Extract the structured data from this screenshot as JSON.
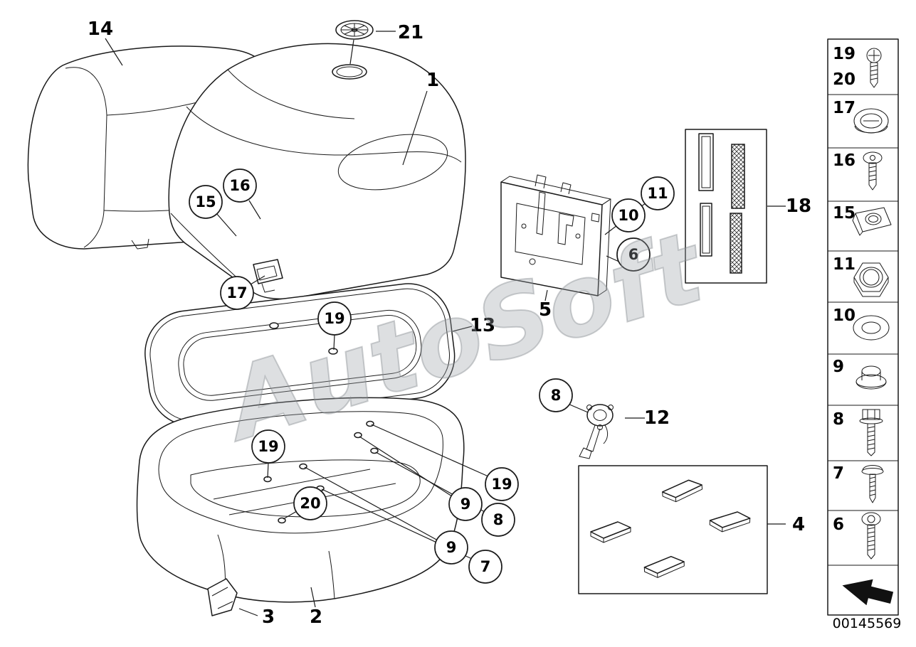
{
  "diagram": {
    "watermark": "AutoSoft",
    "doc_number": "00145569",
    "plain_labels": {
      "l14": "14",
      "l21": "21",
      "l1": "1",
      "l13": "13",
      "l5": "5",
      "l12": "12",
      "l18": "18",
      "l2": "2",
      "l3": "3",
      "l4": "4"
    },
    "callouts": {
      "c16": "16",
      "c15": "15",
      "c17": "17",
      "c19a": "19",
      "c19b": "19",
      "c19c": "19",
      "c20": "20",
      "c11": "11",
      "c10": "10",
      "c6": "6",
      "c8a": "8",
      "c8b": "8",
      "c9a": "9",
      "c9b": "9",
      "c7": "7"
    },
    "legend": {
      "rows": [
        {
          "labels": [
            "19",
            "20"
          ],
          "icon": "phillips-screw-icon"
        },
        {
          "labels": [
            "17"
          ],
          "icon": "lock-barrel-icon"
        },
        {
          "labels": [
            "16"
          ],
          "icon": "pan-head-screw-icon"
        },
        {
          "labels": [
            "15"
          ],
          "icon": "clip-nut-icon"
        },
        {
          "labels": [
            "11"
          ],
          "icon": "hex-nut-icon"
        },
        {
          "labels": [
            "10"
          ],
          "icon": "washer-icon"
        },
        {
          "labels": [
            "9"
          ],
          "icon": "grommet-icon"
        },
        {
          "labels": [
            "8"
          ],
          "icon": "hex-bolt-icon"
        },
        {
          "labels": [
            "7"
          ],
          "icon": "oval-head-screw-icon"
        },
        {
          "labels": [
            "6"
          ],
          "icon": "button-head-bolt-icon"
        }
      ]
    }
  }
}
